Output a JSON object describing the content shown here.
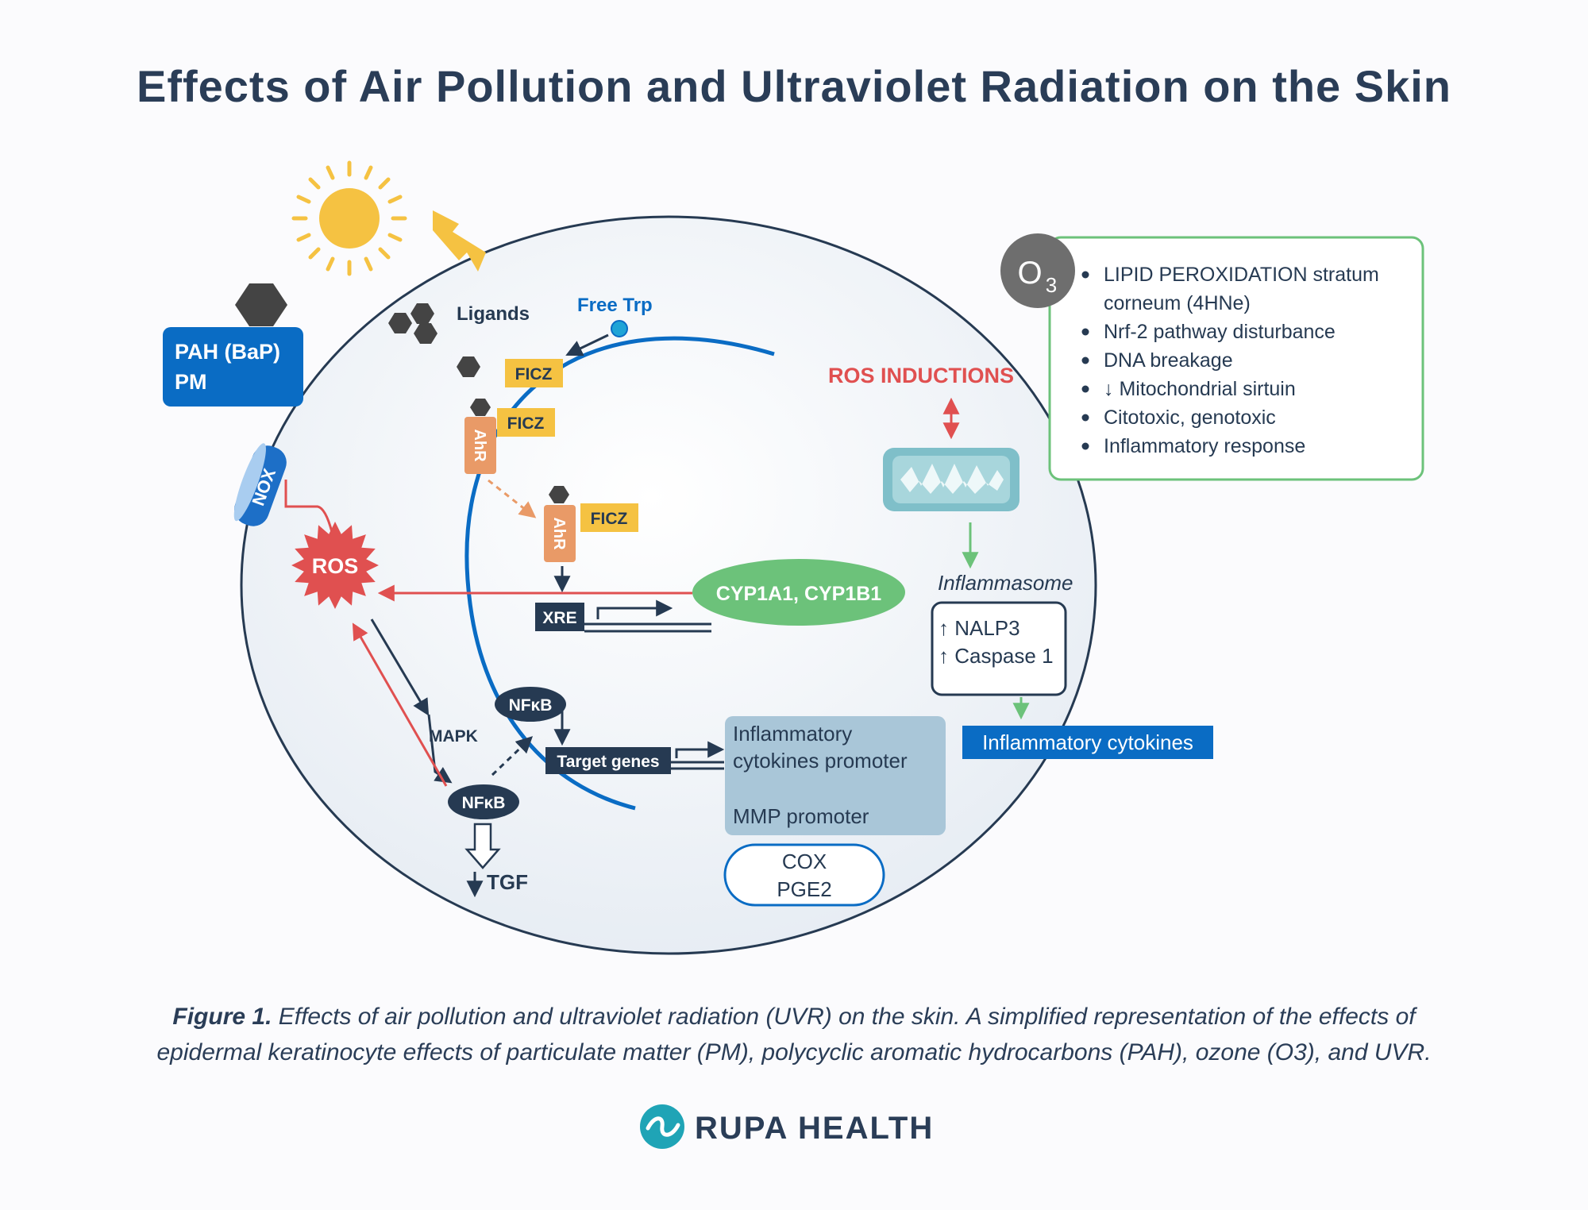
{
  "title": "Effects of Air Pollution and Ultraviolet Radiation on the Skin",
  "labels": {
    "pah_line1": "PAH (BaP)",
    "pah_line2": "PM",
    "nox": "NOX",
    "ros": "ROS",
    "ligands": "Ligands",
    "free_trp": "Free Trp",
    "ficz": "FICZ",
    "ahr": "AhR",
    "xre": "XRE",
    "cyp": "CYP1A1, CYP1B1",
    "mapk": "MAPK",
    "nfkb": "NFκB",
    "target_genes": "Target genes",
    "tgf": "TGF",
    "promoter_line1": "Inflammatory",
    "promoter_line2": "cytokines promoter",
    "mmp_promoter": "MMP promoter",
    "cox": "COX",
    "pge2": "PGE2",
    "ros_inductions": "ROS INDUCTIONS",
    "inflammasome": "Inflammasome",
    "nalp3": "↑ NALP3",
    "caspase": "↑ Caspase 1",
    "inflammatory_cytokines": "Inflammatory cytokines",
    "o3_main": "O",
    "o3_sub": "3"
  },
  "ozone_effects": [
    "LIPID PEROXIDATION stratum",
    "corneum (4HNe)",
    "Nrf-2 pathway disturbance",
    "DNA breakage",
    "↓ Mitochondrial sirtuin",
    "Citotoxic, genotoxic",
    "Inflammatory response"
  ],
  "caption": {
    "bold": "Figure 1.",
    "line1_rest": " Effects of air pollution and ultraviolet radiation (UVR) on the skin. A simplified representation of the effects of",
    "line2": "epidermal keratinocyte effects of particulate matter (PM), polycyclic aromatic hydrocarbons (PAH), ozone (O3), and UVR."
  },
  "brand": "RUPA HEALTH",
  "colors": {
    "navy": "#263a52",
    "blue": "#0a6cc4",
    "red": "#e05050",
    "green": "#6cc27a",
    "yellow": "#f5c242",
    "orange": "#e99a67",
    "teal": "#1fa4b6"
  },
  "icons": [
    "sun-icon",
    "lightning-icon",
    "hexagon-icon",
    "mitochondria-icon",
    "rupa-logo-icon"
  ]
}
